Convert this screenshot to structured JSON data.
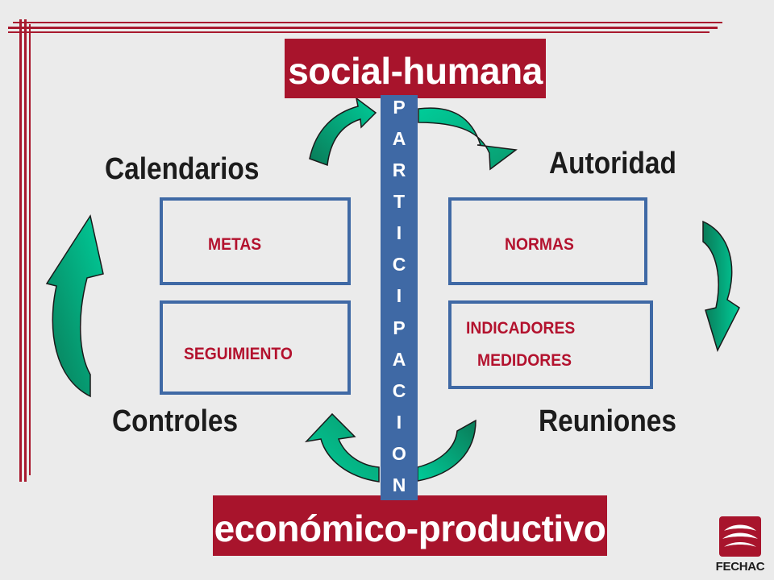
{
  "diagram": {
    "top_banner": "social-humana",
    "bottom_banner": "económico-productivo",
    "participation_letters": [
      "P",
      "A",
      "R",
      "T",
      "I",
      "C",
      "I",
      "P",
      "A",
      "C",
      "I",
      "O",
      "N"
    ],
    "labels": {
      "calendarios": "Calendarios",
      "autoridad": "Autoridad",
      "controles": "Controles",
      "reuniones": "Reuniones"
    },
    "boxes": {
      "metas": "METAS",
      "normas": "NORMAS",
      "seguimiento": "SEGUIMIENTO",
      "indicadores_line1": "INDICADORES",
      "indicadores_line2": "MEDIDORES"
    }
  },
  "logo": {
    "text": "FECHAC"
  },
  "colors": {
    "banner": "#a8142c",
    "box_border": "#3f69a5",
    "box_text": "#b3122e",
    "arrow_light": "#00cc99",
    "arrow_dark": "#0a7a57",
    "frame": "#a8192e"
  }
}
